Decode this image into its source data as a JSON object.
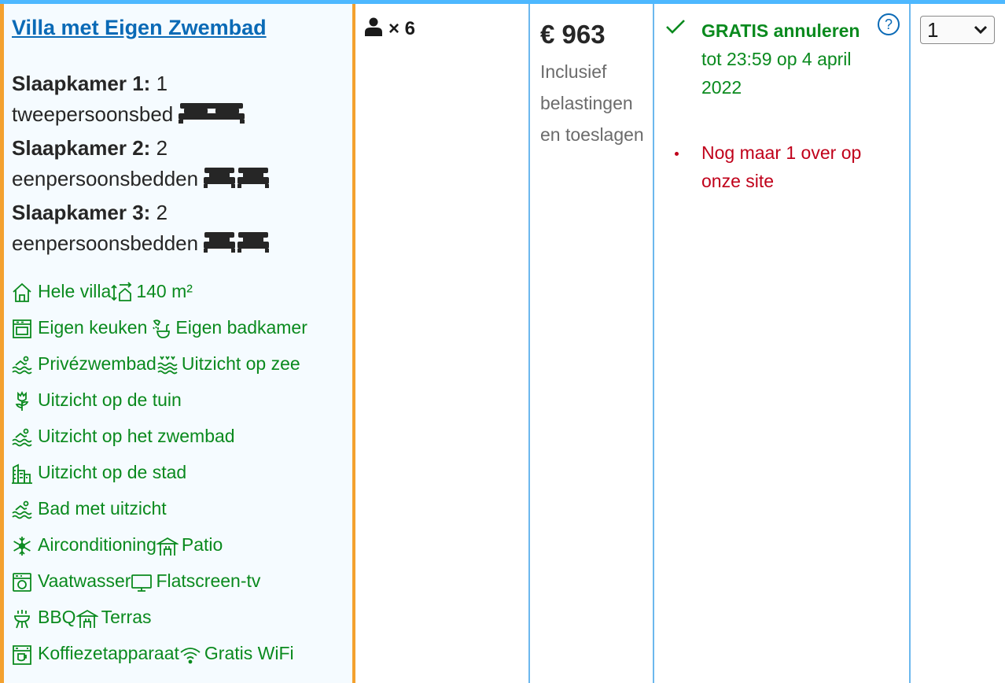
{
  "room": {
    "name": "Villa met Eigen Zwembad",
    "beds": [
      {
        "label": "Slaapkamer 1:",
        "count": "1",
        "type": "tweepersoonsbed",
        "icon": "double-bed-icon"
      },
      {
        "label": "Slaapkamer 2:",
        "count": "2",
        "type": "eenpersoonsbedden",
        "icon": "single-beds-icon"
      },
      {
        "label": "Slaapkamer 3:",
        "count": "2",
        "type": "eenpersoonsbedden",
        "icon": "single-beds-icon"
      }
    ],
    "facilities": [
      {
        "label": "Hele villa",
        "icon": "house-icon"
      },
      {
        "label": "140 m²",
        "icon": "room-size-icon"
      },
      {
        "label": "Eigen keuken",
        "icon": "kitchen-icon"
      },
      {
        "label": "Eigen badkamer",
        "icon": "bathroom-icon"
      },
      {
        "label": "Privézwembad",
        "icon": "pool-icon"
      },
      {
        "label": "Uitzicht op zee",
        "icon": "sea-view-icon"
      },
      {
        "label": "Uitzicht op de tuin",
        "icon": "garden-view-icon"
      },
      {
        "label": "Uitzicht op het zwembad",
        "icon": "pool-view-icon"
      },
      {
        "label": "Uitzicht op de stad",
        "icon": "city-view-icon"
      },
      {
        "label": "Bad met uitzicht",
        "icon": "bath-view-icon"
      },
      {
        "label": "Airconditioning",
        "icon": "snowflake-icon"
      },
      {
        "label": "Patio",
        "icon": "patio-icon"
      },
      {
        "label": "Vaatwasser",
        "icon": "dishwasher-icon"
      },
      {
        "label": "Flatscreen-tv",
        "icon": "tv-icon"
      },
      {
        "label": "BBQ",
        "icon": "bbq-icon"
      },
      {
        "label": "Terras",
        "icon": "terrace-icon"
      },
      {
        "label": "Koffiezetapparaat",
        "icon": "coffee-machine-icon"
      },
      {
        "label": "Gratis WiFi",
        "icon": "wifi-icon"
      }
    ]
  },
  "guests": {
    "text": "× 6",
    "icon": "person-icon"
  },
  "price": {
    "amount": "€ 963",
    "note": "Inclusief belastingen en toeslagen"
  },
  "conditions": {
    "cancel_bold": "GRATIS annuleren",
    "cancel_rest": " tot 23:59 op 4 april 2022",
    "help": "?",
    "warning": "Nog maar 1 over op onze site"
  },
  "select": {
    "value": "1"
  },
  "colors": {
    "link": "#0a6ab6",
    "green": "#0a8a1e",
    "red": "#c0001a",
    "orange": "#f4a12f",
    "border": "#6cb8ee"
  }
}
